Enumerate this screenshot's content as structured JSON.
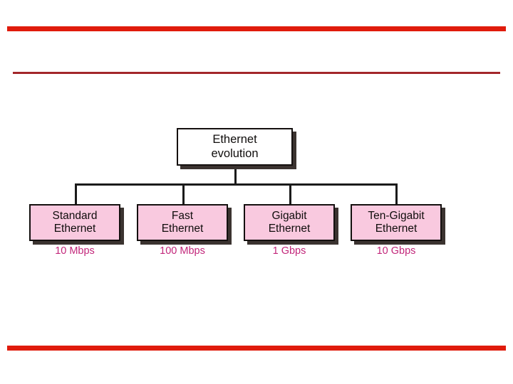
{
  "slide": {
    "background_color": "#ffffff",
    "rules": [
      {
        "name": "top-thick",
        "color": "#e01b0c"
      },
      {
        "name": "top-thin",
        "color": "#a3262a"
      },
      {
        "name": "bottom-thick",
        "color": "#e01b0c"
      }
    ]
  },
  "diagram": {
    "type": "tree",
    "accent_pink": "#f9c9df",
    "accent_magenta": "#c2267a",
    "root": {
      "line1": "Ethernet",
      "line2": "evolution"
    },
    "children": [
      {
        "line1": "Standard",
        "line2": "Ethernet",
        "speed": "10 Mbps"
      },
      {
        "line1": "Fast",
        "line2": "Ethernet",
        "speed": "100 Mbps"
      },
      {
        "line1": "Gigabit",
        "line2": "Ethernet",
        "speed": "1 Gbps"
      },
      {
        "line1": "Ten-Gigabit",
        "line2": "Ethernet",
        "speed": "10 Gbps"
      }
    ]
  }
}
